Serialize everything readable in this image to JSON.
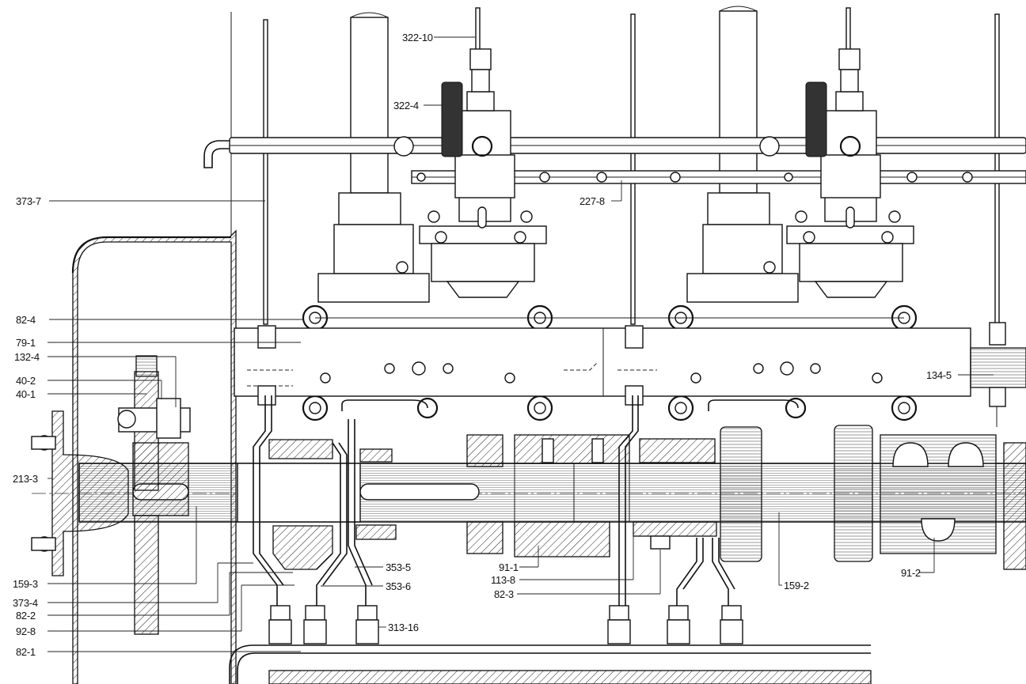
{
  "drawing": {
    "labels": {
      "l322_10": "322-10",
      "l322_4": "322-4",
      "l373_7": "373-7",
      "l227_8": "227-8",
      "l82_4": "82-4",
      "l79_1": "79-1",
      "l132_4": "132-4",
      "l40_2": "40-2",
      "l40_1": "40-1",
      "l134_5": "134-5",
      "l213_3": "213-3",
      "l159_3": "159-3",
      "l373_4": "373-4",
      "l82_2": "82-2",
      "l92_8": "92-8",
      "l82_1": "82-1",
      "l353_5": "353-5",
      "l353_6": "353-6",
      "l313_16": "313-16",
      "l91_1": "91-1",
      "l113_8": "113-8",
      "l82_3": "82-3",
      "l159_2": "159-2",
      "l91_2": "91-2"
    }
  }
}
